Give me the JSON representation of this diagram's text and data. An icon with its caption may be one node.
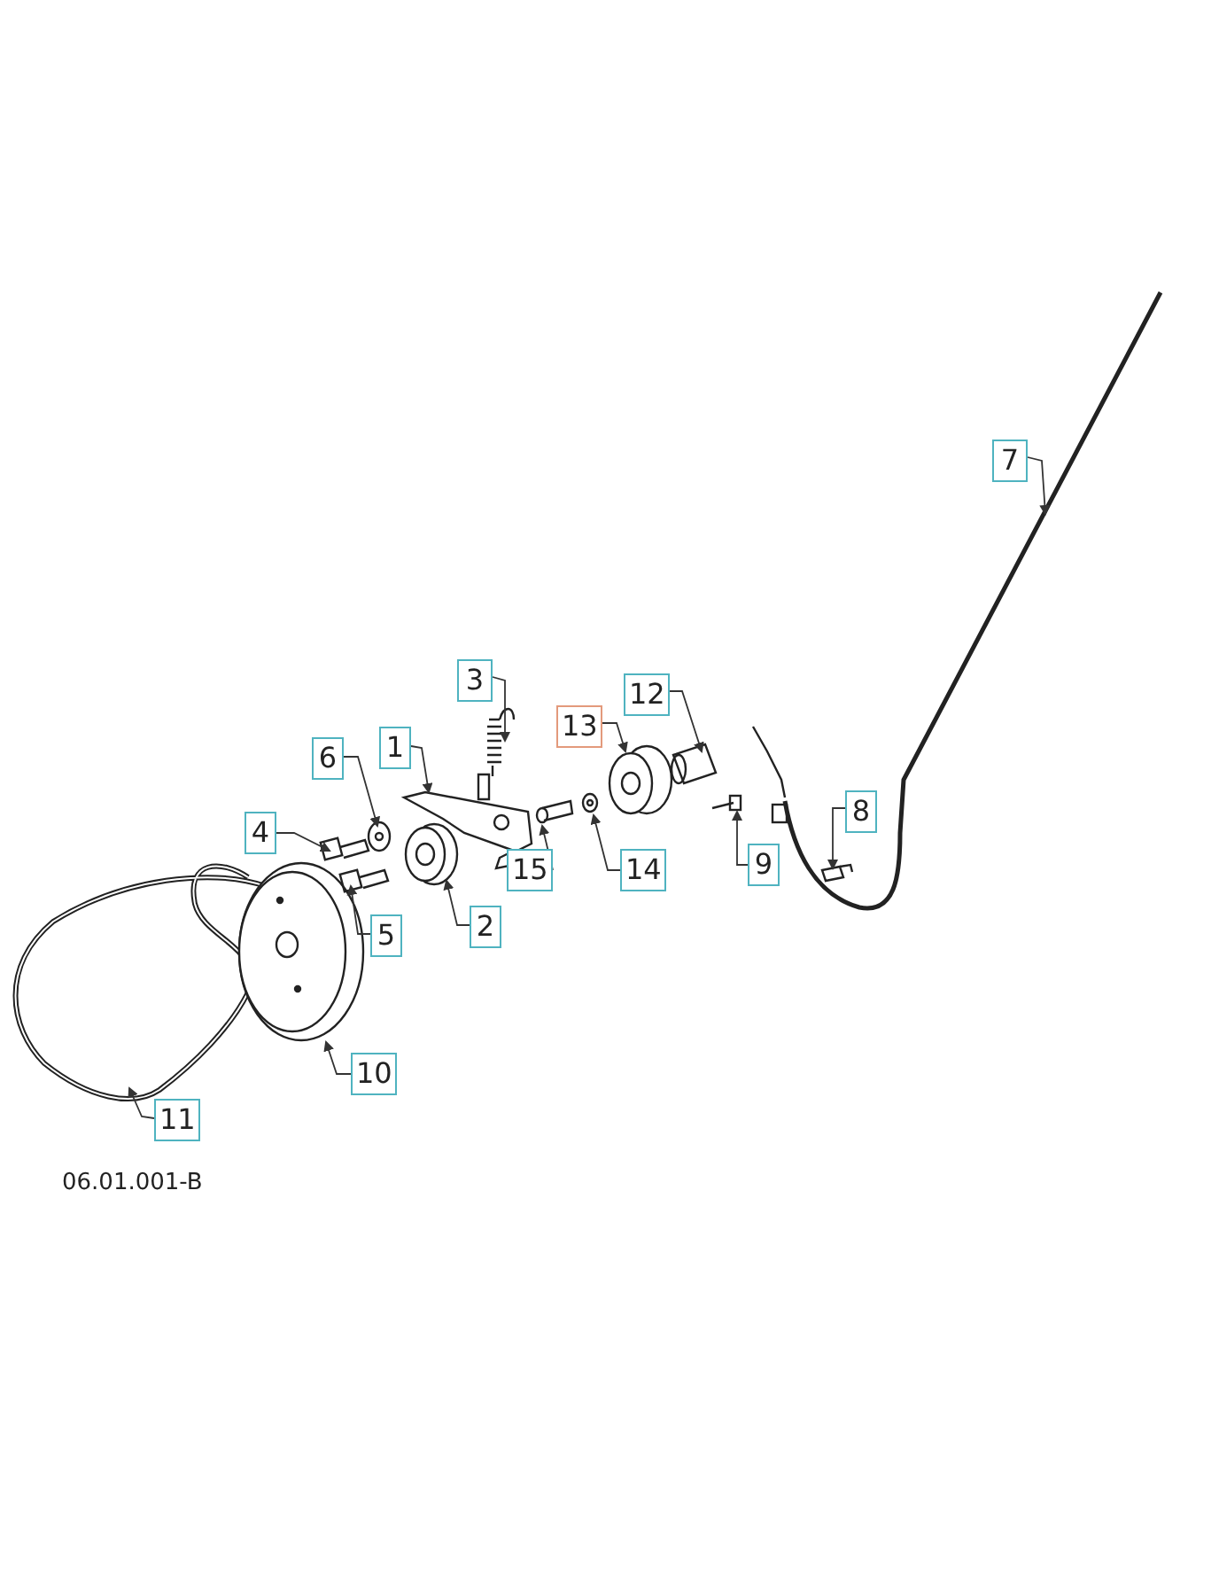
{
  "diagram": {
    "nodes": [
      {
        "text": [
          "7"
        ]
      },
      {
        "text": [
          "3"
        ]
      },
      {
        "text": [
          "13"
        ]
      },
      {
        "text": [
          "12"
        ]
      },
      {
        "text": [
          "1"
        ]
      },
      {
        "text": [
          "6"
        ]
      },
      {
        "text": [
          "8"
        ]
      },
      {
        "text": [
          "4"
        ]
      },
      {
        "text": [
          "9"
        ]
      },
      {
        "text": [
          "15"
        ]
      },
      {
        "text": [
          "14"
        ]
      },
      {
        "text": [
          "5"
        ]
      },
      {
        "text": [
          "2"
        ]
      },
      {
        "text": [
          "10"
        ]
      },
      {
        "text": [
          "11"
        ]
      }
    ],
    "edges": [
      {
        "from": 0,
        "to": null,
        "arrow": "to"
      },
      {
        "from": 1,
        "to": null,
        "arrow": "to"
      },
      {
        "from": 2,
        "to": null,
        "arrow": "to"
      },
      {
        "from": 3,
        "to": null,
        "arrow": "to"
      },
      {
        "from": 4,
        "to": null,
        "arrow": "to"
      },
      {
        "from": 5,
        "to": null,
        "arrow": "to"
      },
      {
        "from": 6,
        "to": null,
        "arrow": "to"
      },
      {
        "from": 7,
        "to": null,
        "arrow": "to"
      },
      {
        "from": 8,
        "to": null,
        "arrow": "to"
      },
      {
        "from": 9,
        "to": null,
        "arrow": "to"
      },
      {
        "from": 10,
        "to": null,
        "arrow": "to"
      },
      {
        "from": 11,
        "to": null,
        "arrow": "to"
      },
      {
        "from": 12,
        "to": null,
        "arrow": "to"
      },
      {
        "from": 13,
        "to": null,
        "arrow": "to"
      },
      {
        "from": 14,
        "to": null,
        "arrow": "to"
      }
    ],
    "labels": [
      "06.01.001-B"
    ]
  }
}
